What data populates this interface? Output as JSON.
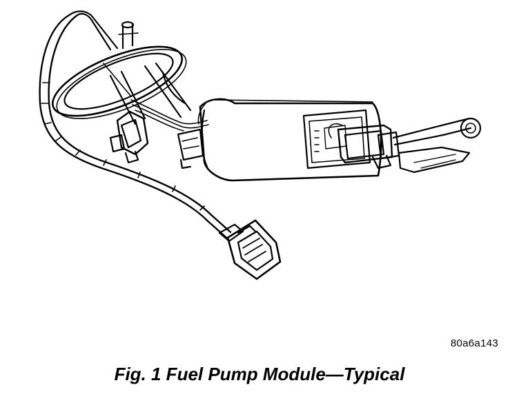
{
  "figure": {
    "reference_code": "80a6a143",
    "caption": "Fig. 1 Fuel Pump Module—Typical"
  },
  "icons": {
    "illustration": "fuel-pump-module-drawing"
  },
  "colors": {
    "ink": "#000000",
    "paper": "#ffffff"
  }
}
